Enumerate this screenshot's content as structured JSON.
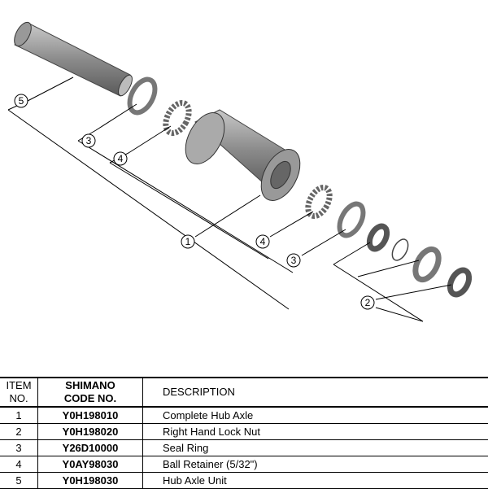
{
  "diagram": {
    "callouts": [
      "5",
      "3",
      "4",
      "1",
      "4",
      "3",
      "2"
    ]
  },
  "table": {
    "headers": {
      "item": [
        "ITEM",
        "NO."
      ],
      "code": [
        "SHIMANO",
        "CODE NO."
      ],
      "description": "DESCRIPTION"
    },
    "rows": [
      {
        "item": "1",
        "code": "Y0H198010",
        "description": "Complete Hub Axle"
      },
      {
        "item": "2",
        "code": "Y0H198020",
        "description": "Right Hand Lock Nut"
      },
      {
        "item": "3",
        "code": "Y26D10000",
        "description": "Seal Ring"
      },
      {
        "item": "4",
        "code": "Y0AY98030",
        "description": "Ball Retainer (5/32\")"
      },
      {
        "item": "5",
        "code": "Y0H198030",
        "description": "Hub Axle Unit"
      }
    ]
  }
}
